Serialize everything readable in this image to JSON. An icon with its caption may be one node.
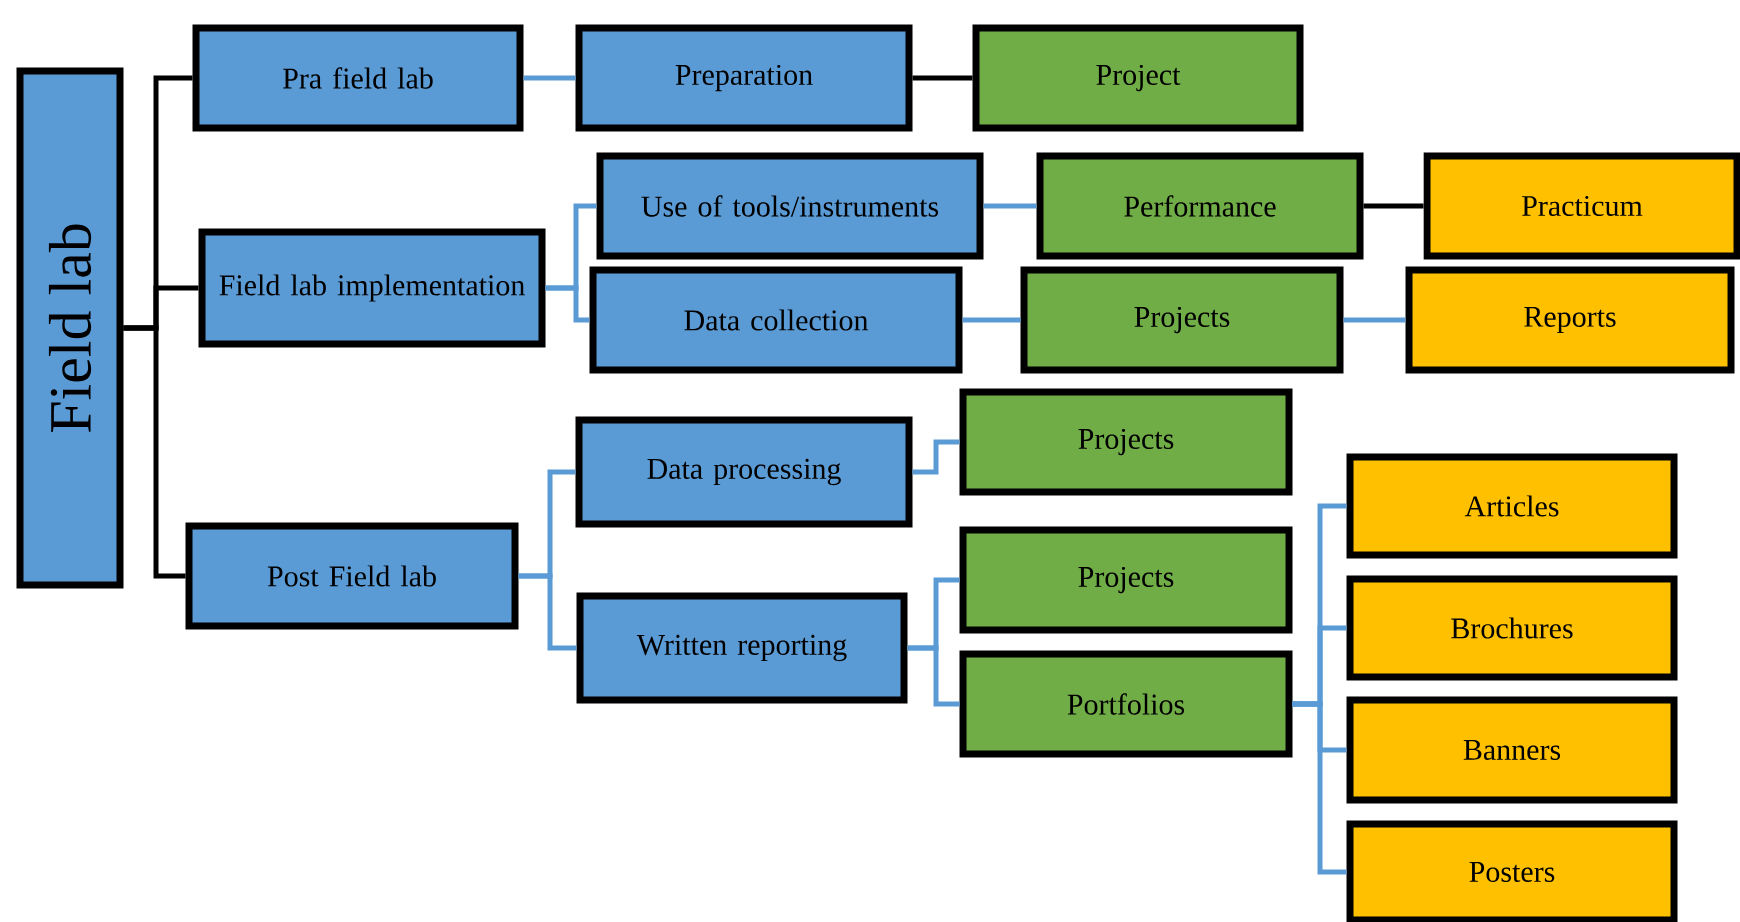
{
  "diagram": {
    "nodes": [
      {
        "text": [
          "Field lab"
        ]
      },
      {
        "text": [
          "Pra field lab"
        ]
      },
      {
        "text": [
          "Field lab implementation"
        ]
      },
      {
        "text": [
          "Post Field lab"
        ]
      },
      {
        "text": [
          "Preparation"
        ]
      },
      {
        "text": [
          "Project"
        ]
      },
      {
        "text": [
          "Use of tools/instruments"
        ]
      },
      {
        "text": [
          "Data collection"
        ]
      },
      {
        "text": [
          "Performance"
        ]
      },
      {
        "text": [
          "Practicum"
        ]
      },
      {
        "text": [
          "Projects"
        ]
      },
      {
        "text": [
          "Reports"
        ]
      },
      {
        "text": [
          "Data processing"
        ]
      },
      {
        "text": [
          "Written reporting"
        ]
      },
      {
        "text": [
          "Projects"
        ]
      },
      {
        "text": [
          "Projects"
        ]
      },
      {
        "text": [
          "Portfolios"
        ]
      },
      {
        "text": [
          "Articles"
        ]
      },
      {
        "text": [
          "Brochures"
        ]
      },
      {
        "text": [
          "Banners"
        ]
      },
      {
        "text": [
          "Posters"
        ]
      }
    ],
    "edges": [
      {
        "from": 0,
        "to": 1,
        "arrow": "none",
        "color": "#000000"
      },
      {
        "from": 0,
        "to": 2,
        "arrow": "none",
        "color": "#000000"
      },
      {
        "from": 0,
        "to": 3,
        "arrow": "none",
        "color": "#000000"
      },
      {
        "from": 1,
        "to": 4,
        "arrow": "none"
      },
      {
        "from": 4,
        "to": 5,
        "arrow": "none",
        "color": "#000000"
      },
      {
        "from": 2,
        "to": 6,
        "arrow": "none"
      },
      {
        "from": 2,
        "to": 7,
        "arrow": "none"
      },
      {
        "from": 6,
        "to": 8,
        "arrow": "none"
      },
      {
        "from": 8,
        "to": 9,
        "arrow": "none",
        "color": "#000000"
      },
      {
        "from": 7,
        "to": 10,
        "arrow": "none"
      },
      {
        "from": 10,
        "to": 11,
        "arrow": "none"
      },
      {
        "from": 3,
        "to": 12,
        "arrow": "none"
      },
      {
        "from": 3,
        "to": 13,
        "arrow": "none"
      },
      {
        "from": 12,
        "to": 14,
        "arrow": "none"
      },
      {
        "from": 13,
        "to": 15,
        "arrow": "none"
      },
      {
        "from": 13,
        "to": 16,
        "arrow": "none"
      },
      {
        "from": 16,
        "to": 17,
        "arrow": "none"
      },
      {
        "from": 16,
        "to": 18,
        "arrow": "none"
      },
      {
        "from": 16,
        "to": 19,
        "arrow": "none"
      },
      {
        "from": 16,
        "to": 20,
        "arrow": "none"
      }
    ]
  }
}
